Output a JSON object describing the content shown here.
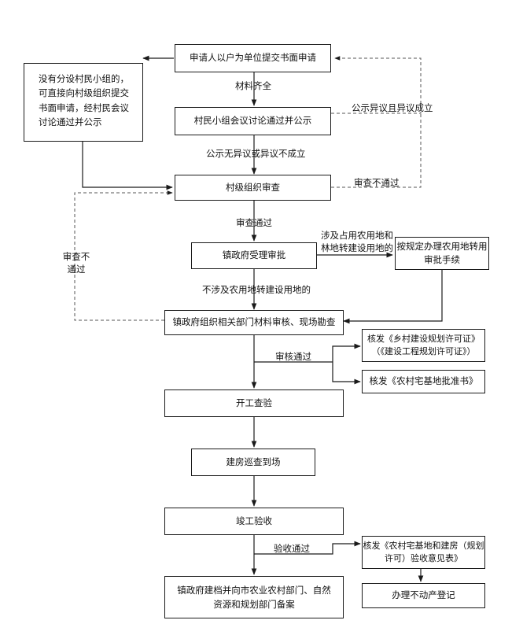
{
  "nodes": {
    "apply": "申请人以户为单位提交书面申请",
    "no_group": "没有分设村民小组的，可直接向村级组织提交书面申请，经村民会议讨论通过并公示",
    "village_group": "村民小组会议讨论通过并公示",
    "village_review": "村级组织审查",
    "town_accept": "镇政府受理审批",
    "farmland_procedure": "按规定办理农用地转用审批手续",
    "town_inspect": "镇政府组织相关部门材料审核、现场勘查",
    "planning_permit": "核发《乡村建设规划许可证》（《建设工程规划许可证》）",
    "homestead_approval": "核发《农村宅基地批准书》",
    "start_inspection": "开工查验",
    "patrol": "建房巡查到场",
    "completion": "竣工验收",
    "acceptance_opinion": "核发《农村宅基地和建房（规划许可）验收意见表》",
    "archive": "镇政府建档并向市农业农村部门、自然资源和规划部门备案",
    "property_reg": "办理不动产登记"
  },
  "edges": {
    "materials_complete": "材料齐全",
    "publicity_objection": "公示异议且异议成立",
    "no_objection": "公示无异议或异议不成立",
    "review_failed": "审查不通过",
    "review_passed": "审查通过",
    "involves_farmland": "涉及占用农用地和林地转建设用地的",
    "no_farmland": "不涉及农用地转建设用地的",
    "review_not_passed_side": "审查不通过",
    "audit_passed": "审核通过",
    "acceptance_passed": "验收通过"
  }
}
